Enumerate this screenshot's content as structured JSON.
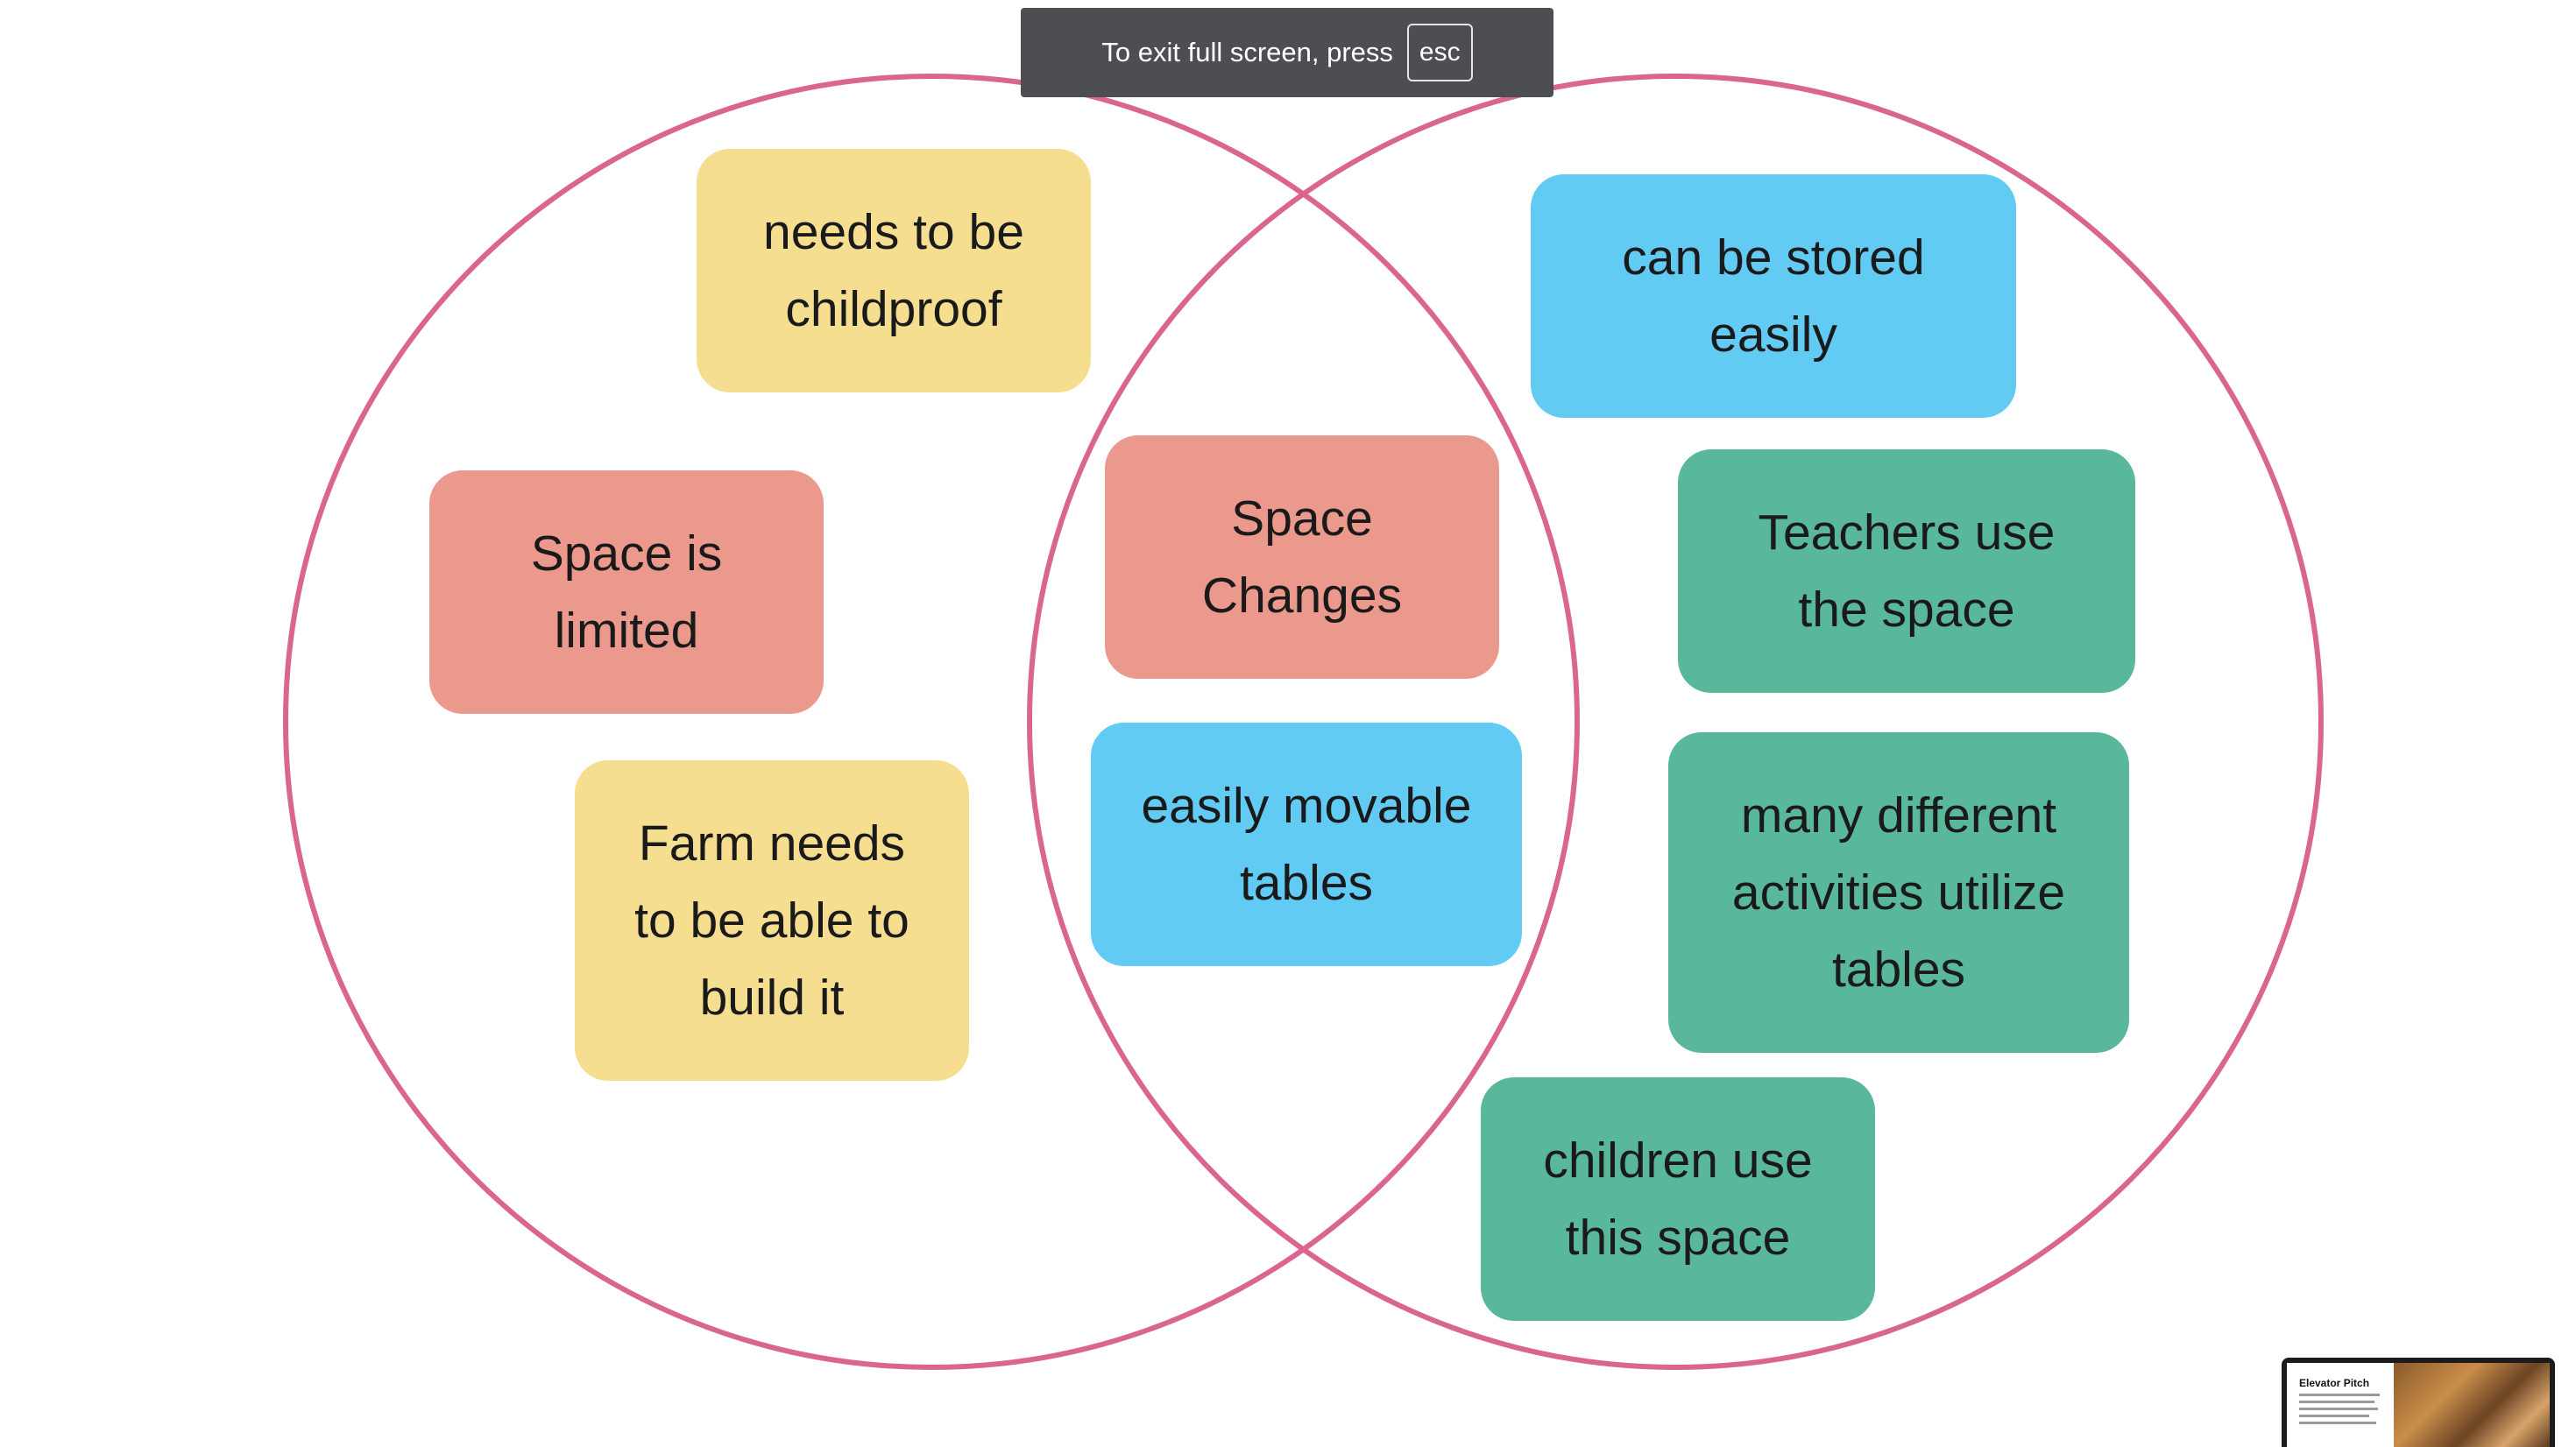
{
  "colors": {
    "circle_stroke": "#d96590",
    "yellow": "#f6de91",
    "red": "#eb998c",
    "blue": "#62cbf4",
    "green": "#59b89c",
    "toast_bg": "#4d4e51"
  },
  "fullscreen_notice": {
    "message": "To exit full screen, press",
    "key": "esc"
  },
  "venn": {
    "left_circle_label": "",
    "right_circle_label": "",
    "notes": [
      {
        "id": "needs-to-be-childproof",
        "text": "needs to be\nchildproof",
        "color": "yellow",
        "region": "left"
      },
      {
        "id": "space-is-limited",
        "text": "Space is\nlimited",
        "color": "red",
        "region": "left"
      },
      {
        "id": "farm-needs-to-build",
        "text": "Farm needs\nto be able to\nbuild it",
        "color": "yellow",
        "region": "left"
      },
      {
        "id": "space-changes",
        "text": "Space\nChanges",
        "color": "red",
        "region": "overlap"
      },
      {
        "id": "easily-movable-tables",
        "text": "easily movable\ntables",
        "color": "blue",
        "region": "overlap"
      },
      {
        "id": "can-be-stored-easily",
        "text": "can be stored\neasily",
        "color": "blue",
        "region": "right"
      },
      {
        "id": "teachers-use-the-space",
        "text": "Teachers use\nthe space",
        "color": "green",
        "region": "right"
      },
      {
        "id": "many-different-activities",
        "text": "many different\nactivities utilize\ntables",
        "color": "green",
        "region": "right"
      },
      {
        "id": "children-use-this-space",
        "text": "children use\nthis space",
        "color": "green",
        "region": "right"
      }
    ]
  },
  "thumbnail": {
    "title": "Elevator Pitch"
  }
}
